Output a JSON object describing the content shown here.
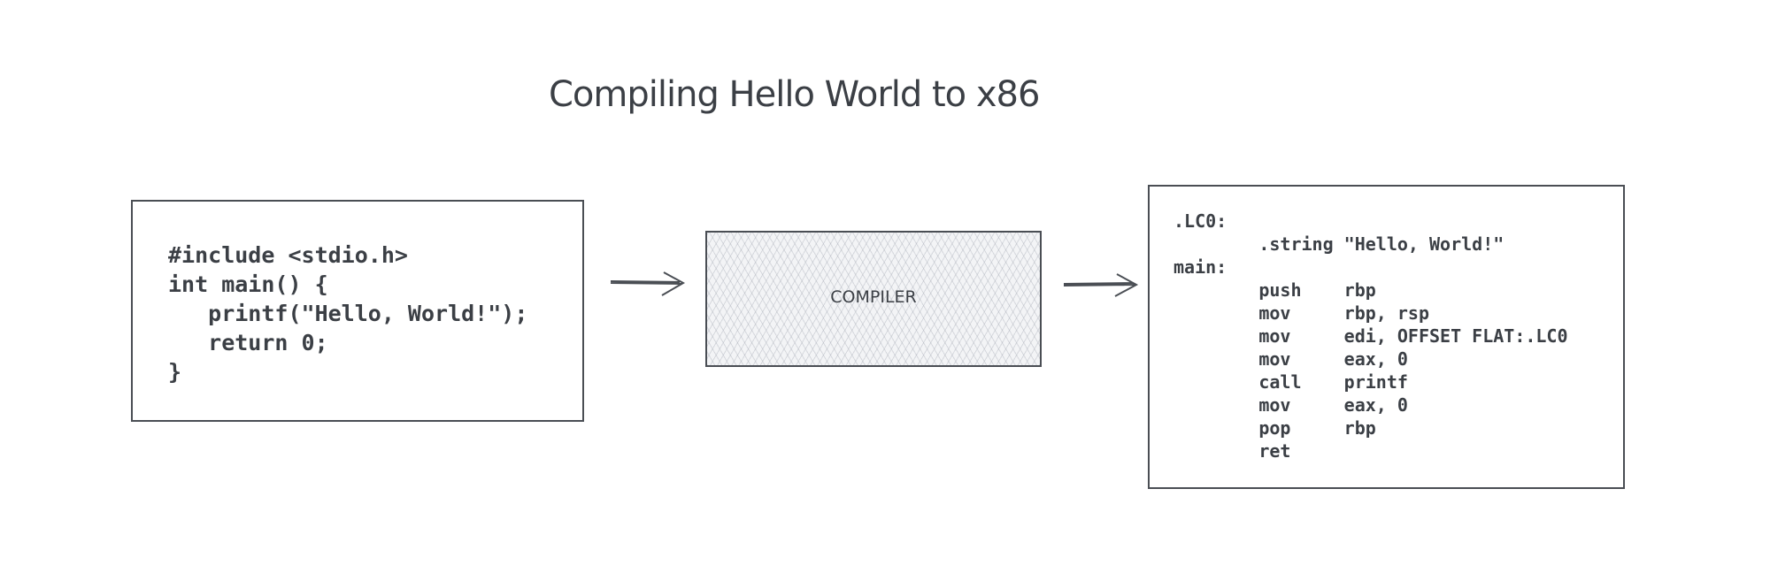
{
  "title": "Compiling Hello World to x86",
  "source": {
    "lines": [
      "#include <stdio.h>",
      "int main() {",
      "   printf(\"Hello, World!\");",
      "   return 0;",
      "}"
    ]
  },
  "compiler": {
    "label": "COMPILER"
  },
  "assembly": {
    "lines": [
      ".LC0:",
      "        .string \"Hello, World!\"",
      "main:",
      "        push    rbp",
      "        mov     rbp, rsp",
      "        mov     edi, OFFSET FLAT:.LC0",
      "        mov     eax, 0",
      "        call    printf",
      "        mov     eax, 0",
      "        pop     rbp",
      "        ret"
    ]
  }
}
